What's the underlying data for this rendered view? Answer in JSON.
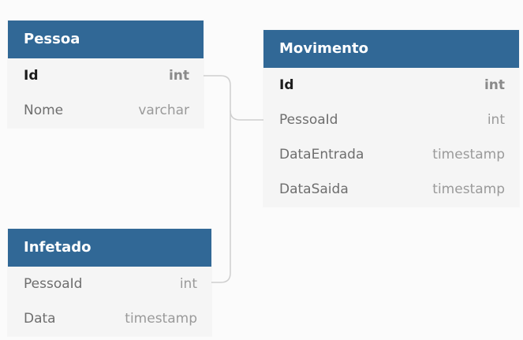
{
  "colors": {
    "header_bg": "#316896",
    "header_text": "#ffffff",
    "table_bg": "#f5f5f5",
    "connector": "#cfcfcf"
  },
  "tables": [
    {
      "id": "pessoa",
      "name": "Pessoa",
      "fields": [
        {
          "name": "Id",
          "type": "int",
          "pk": true
        },
        {
          "name": "Nome",
          "type": "varchar",
          "pk": false
        }
      ]
    },
    {
      "id": "movimento",
      "name": "Movimento",
      "fields": [
        {
          "name": "Id",
          "type": "int",
          "pk": true
        },
        {
          "name": "PessoaId",
          "type": "int",
          "pk": false
        },
        {
          "name": "DataEntrada",
          "type": "timestamp",
          "pk": false
        },
        {
          "name": "DataSaida",
          "type": "timestamp",
          "pk": false
        }
      ]
    },
    {
      "id": "infetado",
      "name": "Infetado",
      "fields": [
        {
          "name": "PessoaId",
          "type": "int",
          "pk": false
        },
        {
          "name": "Data",
          "type": "timestamp",
          "pk": false
        }
      ]
    }
  ],
  "relationships": [
    {
      "from": "Pessoa.Id",
      "to": "Movimento.PessoaId"
    },
    {
      "from": "Pessoa.Id",
      "to": "Infetado.PessoaId"
    }
  ]
}
